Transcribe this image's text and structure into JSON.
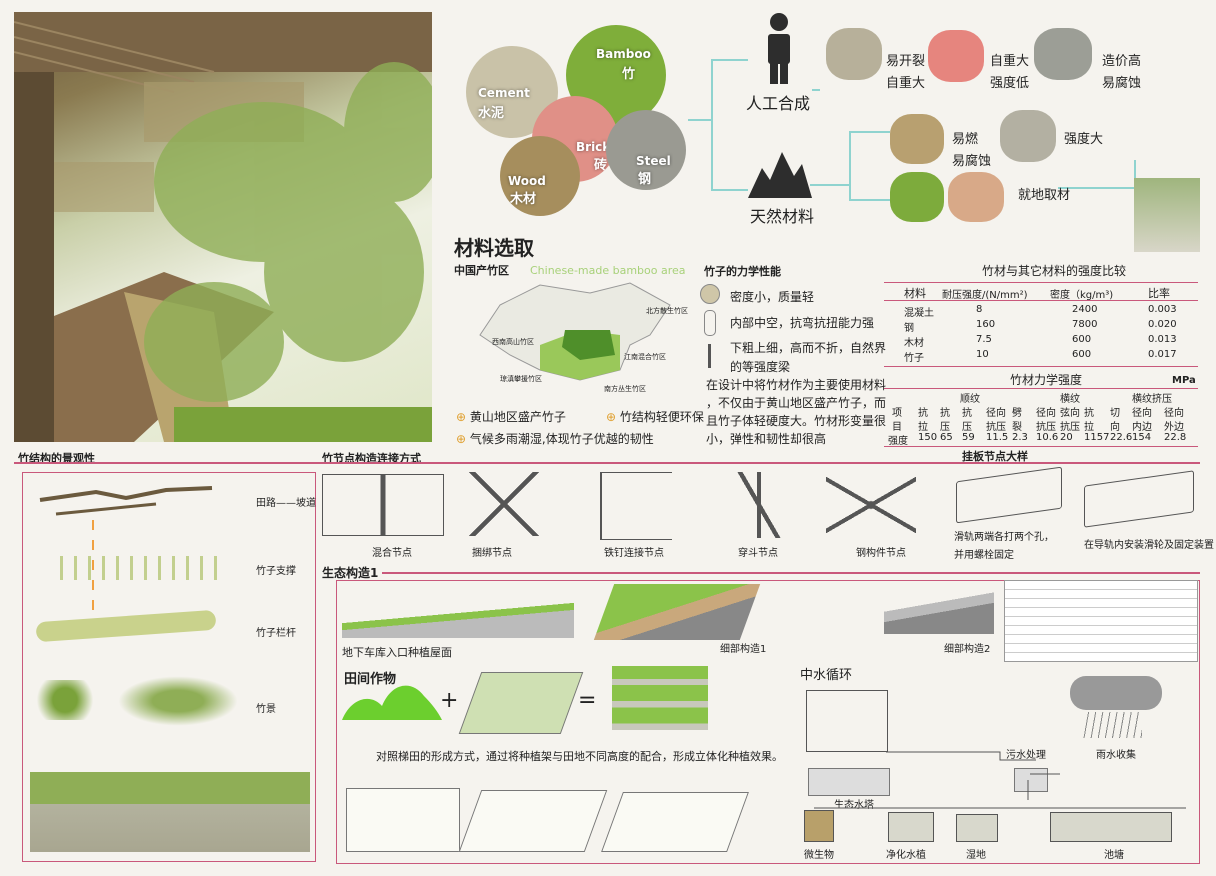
{
  "materials": {
    "cement": "Cement",
    "cement_cn": "水泥",
    "bamboo": "Bamboo",
    "bamboo_cn": "竹",
    "brick": "Brick",
    "brick_cn": "砖",
    "wood": "Wood",
    "wood_cn": "木材",
    "steel": "Steel",
    "steel_cn": "钢"
  },
  "tree": {
    "artificial": "人工合成",
    "natural": "天然材料",
    "a1": "易开裂",
    "a1b": "自重大",
    "a2": "自重大",
    "a2b": "强度低",
    "a3": "造价高",
    "a3b": "易腐蚀",
    "n1": "易燃",
    "n1b": "易腐蚀",
    "n2": "强度大",
    "n3": "就地取材"
  },
  "selection": {
    "title": "材料选取",
    "map_title": "中国产竹区",
    "map_en": "Chinese-made bamboo area",
    "r1": "北方散生竹区",
    "r2": "西南高山竹区",
    "r3": "江南混合竹区",
    "r4": "琼滇攀援竹区",
    "r5": "南方丛生竹区",
    "b1": "黄山地区盛产竹子",
    "b2": "竹结构轻便环保",
    "b3": "气候多雨潮湿,体现竹子优越的韧性"
  },
  "mech": {
    "title": "竹子的力学性能",
    "p1": "密度小，质量轻",
    "p2": "内部中空，抗弯抗扭能力强",
    "p3a": "下粗上细，高而不折，自然界",
    "p3b": "的等强度梁",
    "d1": "在设计中将竹材作为主要使用材料",
    "d2": "，不仅由于黄山地区盛产竹子，而",
    "d3": "且竹子体轻硬度大。竹材形变量很",
    "d4": "小，弹性和韧性却很高"
  },
  "compare": {
    "title": "竹材与其它材料的强度比较",
    "headers": [
      "材料",
      "耐压强度/(N/mm²)",
      "密度（kg/m³)",
      "比率"
    ],
    "rows": [
      [
        "混凝土",
        "8",
        "2400",
        "0.003"
      ],
      [
        "钢",
        "160",
        "7800",
        "0.020"
      ],
      [
        "木材",
        "7.5",
        "600",
        "0.013"
      ],
      [
        "竹子",
        "10",
        "600",
        "0.017"
      ]
    ]
  },
  "strength": {
    "title": "竹材力学强度",
    "unit": "MPa",
    "g1": "顺纹",
    "g2": "横纹",
    "g3": "横纹挤压",
    "item": "项",
    "item2": "目",
    "sub1": [
      "抗",
      "抗",
      "抗",
      "径向",
      "劈",
      "径向",
      "弦向",
      "抗",
      "切",
      "径向",
      "径向"
    ],
    "sub2": [
      "拉",
      "压",
      "压",
      "抗压",
      "裂",
      "抗压",
      "抗压",
      "拉",
      "向",
      "内边",
      "外边"
    ],
    "label": "强度",
    "values": [
      "150",
      "65",
      "59",
      "11.5",
      "2.3",
      "10.6",
      "20",
      "1157",
      "22.6",
      "154",
      "22.8"
    ]
  },
  "sections": {
    "landscape": "竹结构的景观性",
    "joints": "竹节点构造连接方式",
    "hanger": "挂板节点大样",
    "eco": "生态构造1"
  },
  "landscape": {
    "l1": "田路——坡道",
    "l2": "竹子支撑",
    "l3": "竹子栏杆",
    "l4": "竹景"
  },
  "joints": [
    "混合节点",
    "捆绑节点",
    "铁钉连接节点",
    "穿斗节点",
    "钢构件节点"
  ],
  "hanger": {
    "h1a": "滑轨两端各打两个孔，",
    "h1b": "并用螺栓固定",
    "h2": "在导轨内安装滑轮及固定装置"
  },
  "eco": {
    "roof": "地下车库入口种植屋面",
    "detail1": "细部构造1",
    "detail2": "细部构造2",
    "crops": "田间作物",
    "desc": "对照梯田的形成方式，通过将种植架与田地不同高度的配合，形成立体化种植效果。",
    "water": "中水循环",
    "sewage": "污水处理",
    "rain": "雨水收集",
    "tower": "生态水塔",
    "microbe": "微生物",
    "purify": "净化水植",
    "wetland": "湿地",
    "pond": "池塘",
    "plus": "+",
    "eq": "="
  },
  "colors": {
    "accent": "#c9587b",
    "teal": "#8fd3cf",
    "green": "#8bc34a"
  }
}
